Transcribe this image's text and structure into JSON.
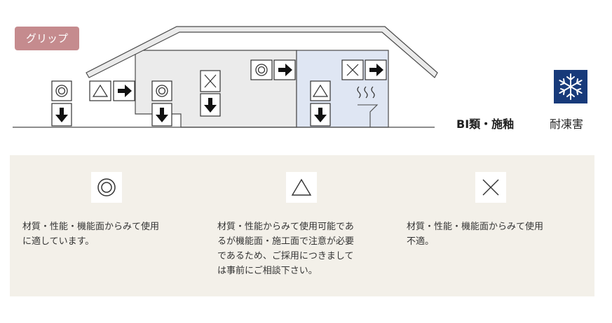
{
  "badge": {
    "label": "グリップ"
  },
  "diagram": {
    "symbols": [
      "circle-double",
      "triangle",
      "cross",
      "arrow-down",
      "arrow-right"
    ],
    "icons": [
      "steam-icon",
      "snowflake-icon"
    ]
  },
  "spec": {
    "label": "BI類・施釉"
  },
  "freeze": {
    "label": "耐凍害"
  },
  "legend": [
    {
      "symbol": "double-circle",
      "text": "材質・性能・機能面からみて使用\nに適しています。"
    },
    {
      "symbol": "triangle",
      "text": "材質・性能からみて使用可能であ\nるが機能面・施工面で注意が必要\nであるため、ご採用につきまして\nは事前にご相談下さい。"
    },
    {
      "symbol": "cross",
      "text": "材質・性能・機能面からみて使用\n不適。"
    }
  ],
  "colors": {
    "badge": "#c58b8e",
    "house_fill": "#ebebeb",
    "bath_fill": "#dfe6f3",
    "panel": "#f3f0e9",
    "freeze_bg": "#173a7a"
  }
}
